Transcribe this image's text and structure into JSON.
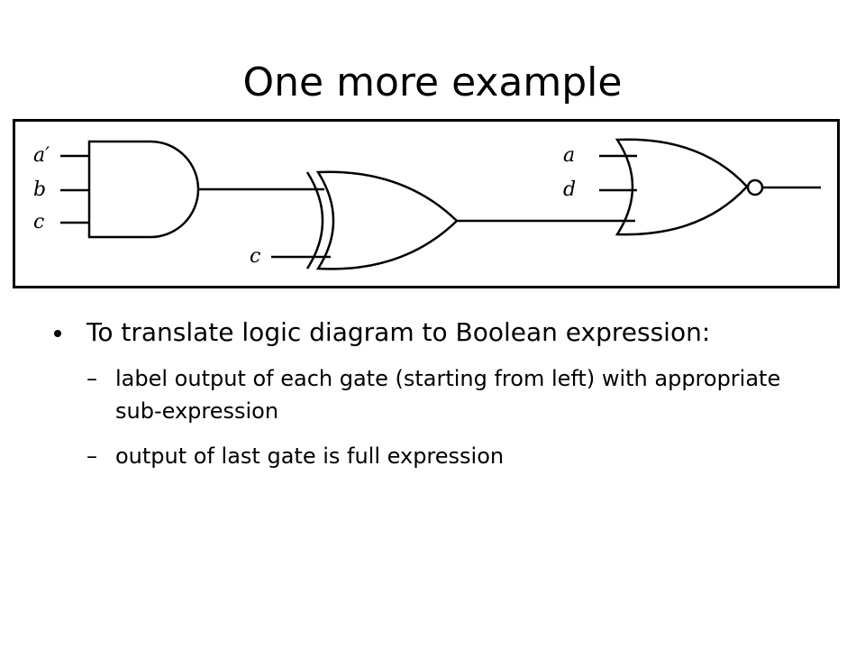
{
  "slide": {
    "title": "One more example"
  },
  "diagram": {
    "labels": {
      "and_input_1": "a′",
      "and_input_2": "b",
      "and_input_3": "c",
      "xor_input_2": "c",
      "nor_input_1": "a",
      "nor_input_2": "d"
    },
    "gates": [
      "and-gate",
      "xor-gate",
      "nor-gate"
    ]
  },
  "bullets": [
    {
      "text": "To translate logic diagram to Boolean expression:",
      "sub": [
        {
          "marker": "–",
          "text": "label output of each gate (starting from left) with appropriate sub-expression"
        },
        {
          "marker": "–",
          "text": "output of last gate is full expression"
        }
      ]
    }
  ]
}
